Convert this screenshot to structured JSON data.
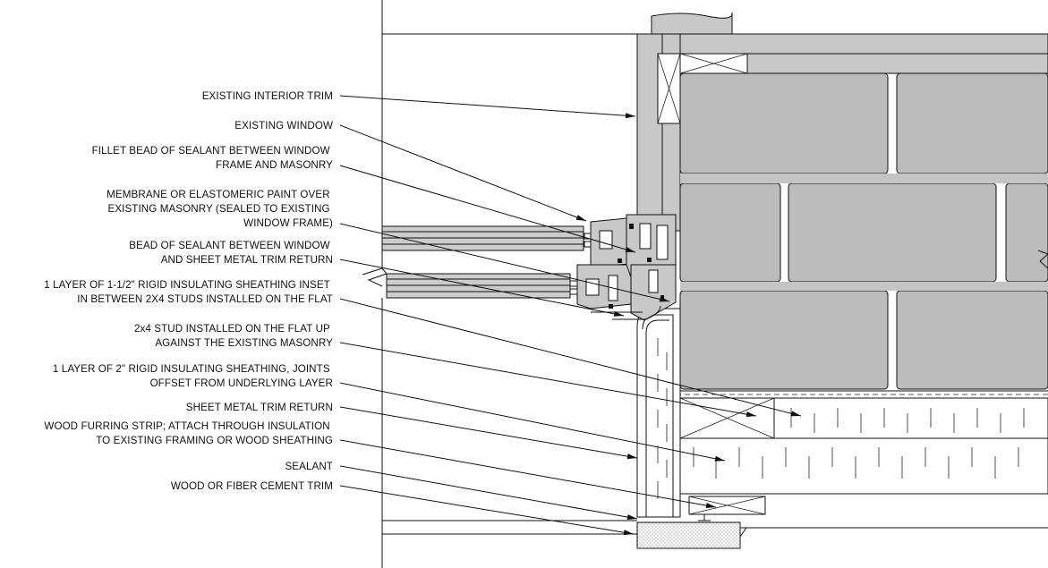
{
  "callouts": [
    {
      "lines": [
        "EXISTING INTERIOR TRIM"
      ]
    },
    {
      "lines": [
        "EXISTING WINDOW"
      ]
    },
    {
      "lines": [
        "FILLET BEAD OF SEALANT BETWEEN WINDOW",
        "FRAME AND MASONRY"
      ]
    },
    {
      "lines": [
        "MEMBRANE OR ELASTOMERIC PAINT OVER",
        "EXISTING MASONRY (SEALED TO EXISTING",
        "WINDOW FRAME)"
      ]
    },
    {
      "lines": [
        "BEAD OF SEALANT BETWEEN WINDOW",
        "AND SHEET METAL TRIM RETURN"
      ]
    },
    {
      "lines": [
        "1 LAYER OF 1-1/2\" RIGID INSULATING SHEATHING INSET",
        "IN BETWEEN 2X4 STUDS INSTALLED ON THE FLAT"
      ]
    },
    {
      "lines": [
        "2x4 STUD INSTALLED ON THE FLAT UP",
        "AGAINST THE EXISTING MASONRY"
      ]
    },
    {
      "lines": [
        "1 LAYER OF 2\" RIGID INSULATING SHEATHING, JOINTS",
        "OFFSET FROM UNDERLYING LAYER"
      ]
    },
    {
      "lines": [
        "SHEET METAL TRIM RETURN"
      ]
    },
    {
      "lines": [
        "WOOD FURRING STRIP; ATTACH THROUGH INSULATION",
        "TO EXISTING FRAMING OR WOOD SHEATHING"
      ]
    },
    {
      "lines": [
        "SEALANT"
      ]
    },
    {
      "lines": [
        "WOOD OR FIBER CEMENT TRIM"
      ]
    }
  ]
}
